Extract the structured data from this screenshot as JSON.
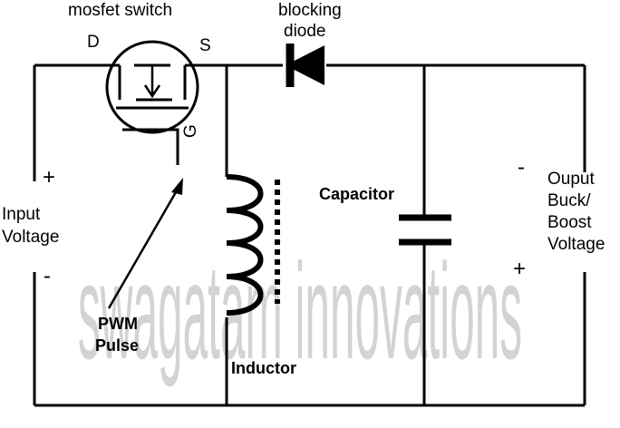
{
  "labels": {
    "mosfet": "mosfet switch",
    "diode_line1": "blocking",
    "diode_line2": "diode",
    "drain": "D",
    "source": "S",
    "gate": "G",
    "capacitor": "Capacitor",
    "inductor": "Inductor",
    "pwm_line1": "PWM",
    "pwm_line2": "Pulse",
    "input_line1": "Input",
    "input_line2": "Voltage",
    "output_line1": "Ouput",
    "output_line2": "Buck/",
    "output_line3": "Boost",
    "output_line4": "Voltage",
    "input_plus": "+",
    "input_minus": "-",
    "output_minus": "-",
    "output_plus": "+"
  },
  "watermark": "swagatam innovations",
  "colors": {
    "wire": "#000000",
    "watermark": "#c8c8c8"
  }
}
